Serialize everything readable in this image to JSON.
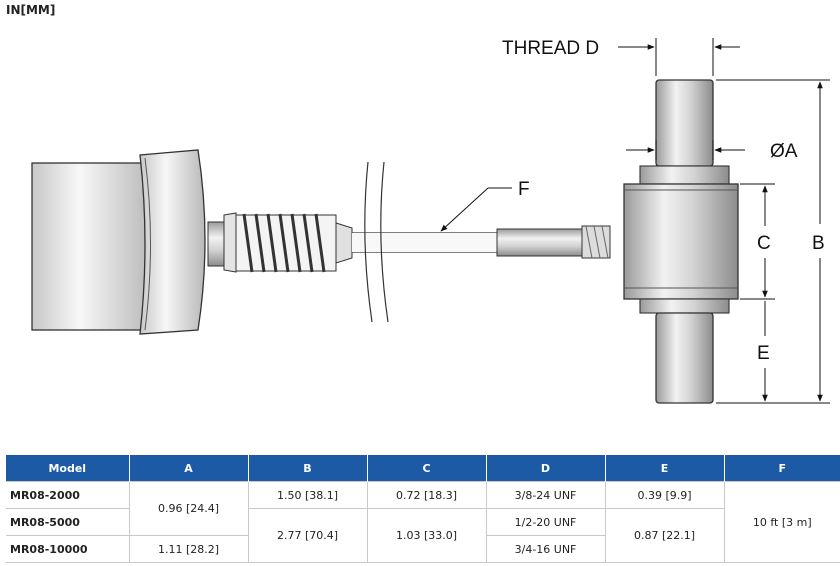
{
  "units_label": "IN[MM]",
  "drawing": {
    "labels": {
      "thread_d": "THREAD D",
      "dia_a": "ØA",
      "b": "B",
      "c": "C",
      "e": "E",
      "f": "F"
    }
  },
  "table": {
    "headers": [
      "Model",
      "A",
      "B",
      "C",
      "D",
      "E",
      "F"
    ],
    "models": [
      "MR08-2000",
      "MR08-5000",
      "MR08-10000"
    ],
    "a_values": [
      "0.96 [24.4]",
      "1.11 [28.2]"
    ],
    "b_values": [
      "1.50 [38.1]",
      "2.77 [70.4]"
    ],
    "c_values": [
      "0.72 [18.3]",
      "1.03 [33.0]"
    ],
    "d_values": [
      "3/8-24 UNF",
      "1/2-20 UNF",
      "3/4-16 UNF"
    ],
    "e_values": [
      "0.39 [9.9]",
      "0.87 [22.1]"
    ],
    "f_value": "10 ft [3 m]"
  }
}
